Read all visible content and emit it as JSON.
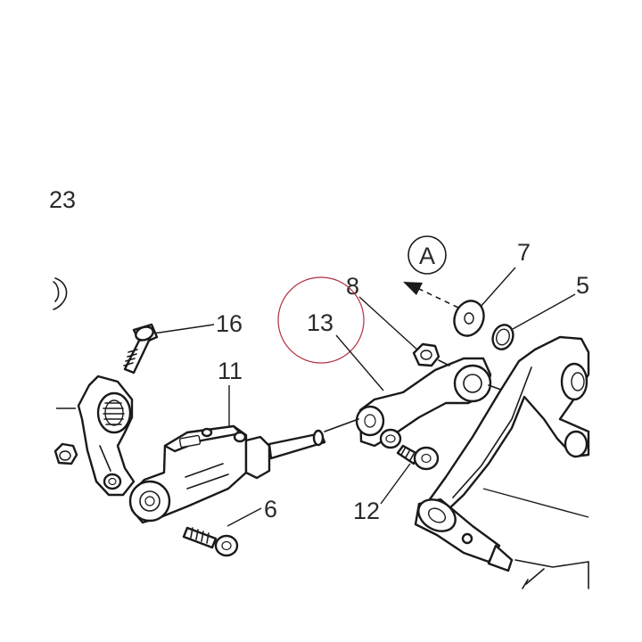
{
  "callouts": {
    "c23": "23",
    "cA": "A",
    "c7": "7",
    "c5": "5",
    "c8": "8",
    "c13": "13",
    "c16": "16",
    "c11": "11",
    "c6": "6",
    "c12": "12"
  },
  "colors": {
    "line": "#1a1a1a",
    "highlight_circle": "#b03040",
    "background": "#ffffff"
  }
}
